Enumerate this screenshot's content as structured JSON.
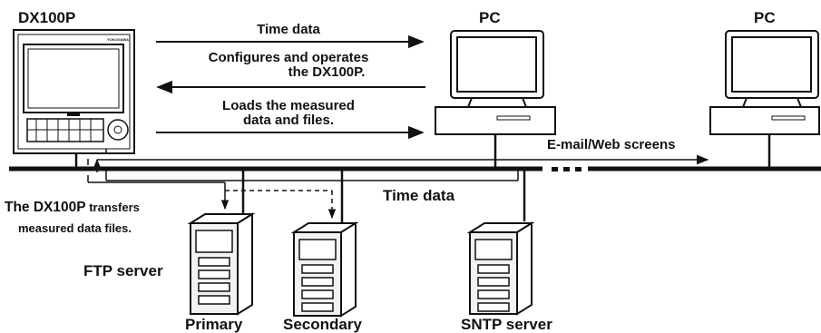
{
  "device": {
    "name": "DX100P",
    "brand": "YOKOGAWA"
  },
  "pc_left": {
    "name": "PC"
  },
  "pc_right": {
    "name": "PC"
  },
  "arrows": {
    "time_data": "Time data",
    "configures_line1": "Configures and operates",
    "configures_line2": "the DX100P.",
    "loads_line1": "Loads the measured",
    "loads_line2": "data and files.",
    "email_web": "E-mail/Web screens",
    "sntp_time_data": "Time data"
  },
  "transfer_note": {
    "line1_part1": "The DX100P",
    "line1_part2": " transfers",
    "line2": "measured data files."
  },
  "ftp": {
    "label": "FTP server",
    "primary": "Primary",
    "secondary": "Secondary"
  },
  "sntp": {
    "label": "SNTP server"
  },
  "colors": {
    "ink": "#111111",
    "screen_fill": "#ffffff",
    "panel_fill": "#f2f2f2"
  }
}
